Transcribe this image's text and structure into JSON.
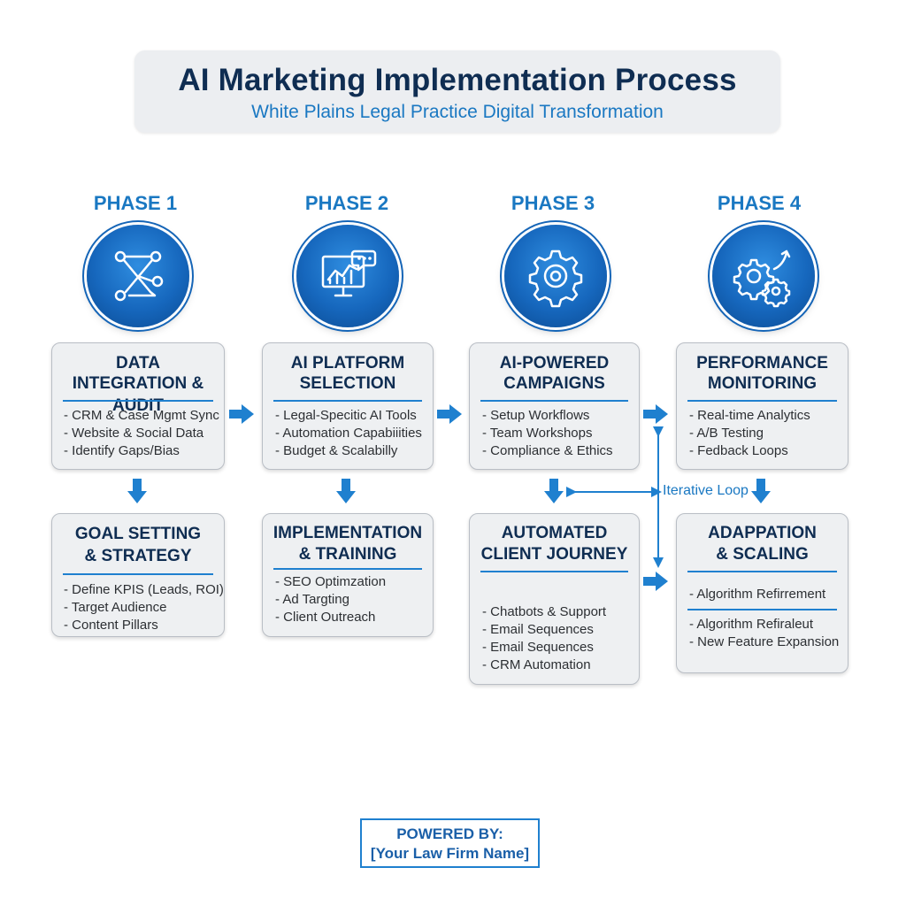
{
  "header": {
    "title": "AI Marketing Implementation Process",
    "subtitle": "White Plains Legal Practice Digital Transformation"
  },
  "phases": [
    {
      "label": "PHASE 1",
      "icon": "network-nodes-icon"
    },
    {
      "label": "PHASE 2",
      "icon": "monitor-chart-chat-icon"
    },
    {
      "label": "PHASE 3",
      "icon": "gear-icon"
    },
    {
      "label": "PHASE 4",
      "icon": "gears-arrow-icon"
    }
  ],
  "cards": {
    "data_integration": {
      "title_1": "DATA",
      "title_2": "INTEGRATION & AUDIT",
      "items": [
        "- CRM & Case Mgmt Sync",
        "- Website & Social Data",
        "- Identify Gaps/Bias"
      ]
    },
    "ai_platform": {
      "title_1": "AI PLATFORM",
      "title_2": "SELECTION",
      "items": [
        "- Legal-Specitic AI Tools",
        "- Automation Capabiiities",
        "- Budget & Scalabilly"
      ]
    },
    "ai_campaigns": {
      "title_1": "AI-POWERED",
      "title_2": "CAMPAIGNS",
      "items": [
        "- Setup Workflows",
        "- Team Workshops",
        "- Compliance & Ethics"
      ]
    },
    "performance": {
      "title_1": "PERFORMANCE",
      "title_2": "MONITORING",
      "items": [
        "- Real-time Analytics",
        "- A/B Testing",
        "- Fedback Loops"
      ]
    },
    "goal_setting": {
      "title_1": "GOAL SETTING",
      "title_2": "& STRATEGY",
      "items": [
        "- Define KPIS (Leads, ROI)",
        "- Target Audience",
        "- Content Pillars"
      ]
    },
    "implementation": {
      "title_1": "IMPLEMENTATION",
      "title_2": "& TRAINING",
      "items": [
        "- SEO Optimzation",
        "- Ad Targting",
        "- Client Outreach"
      ]
    },
    "client_journey": {
      "title_1": "AUTOMATED",
      "title_2": "CLIENT JOURNEY",
      "items": [
        "- Chatbots & Support",
        "- Email Sequences",
        "- Email Sequences",
        "- CRM Automation"
      ]
    },
    "adaptation": {
      "title_1": "ADAPPATION",
      "title_2": "& SCALING",
      "item_top": "- Algorithm Refirrement",
      "items": [
        "- Algorithm Refiraleut",
        "- New Feature Expansion"
      ]
    }
  },
  "loop_label": "Iterative Loop",
  "footer": {
    "powered_by": "POWERED BY:",
    "firm_name": "[Your Law Firm Name]"
  },
  "colors": {
    "navy": "#0f2d52",
    "accent_blue": "#1a78c2",
    "arrow_blue": "#1f80cf",
    "card_bg": "#eef0f2"
  }
}
